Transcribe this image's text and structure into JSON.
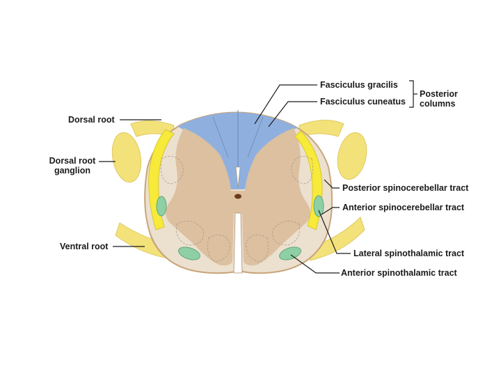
{
  "labels": {
    "dorsal_root": "Dorsal root",
    "dorsal_root_ganglion": "Dorsal root\nganglion",
    "ventral_root": "Ventral root",
    "fasciculus_gracilis": "Fasciculus gracilis",
    "fasciculus_cuneatus": "Fasciculus cuneatus",
    "posterior_columns": "Posterior\ncolumns",
    "posterior_spinocerebellar_tract": "Posterior spinocerebellar tract",
    "anterior_spinocerebellar_tract": "Anterior spinocerebellar tract",
    "lateral_spinothalamic_tract": "Lateral spinothalamic tract",
    "anterior_spinothalamic_tract": "Anterior spinothalamic tract"
  },
  "colors": {
    "white_matter": "#ece0cf",
    "gray_matter": "#dcc0a0",
    "posterior_columns": "#8fb0de",
    "spinocerebellar": "#f7ea3a",
    "spinothalamic": "#8fcfa5",
    "nerve_root": "#f3e27a",
    "cord_edge": "#c8a47a"
  }
}
